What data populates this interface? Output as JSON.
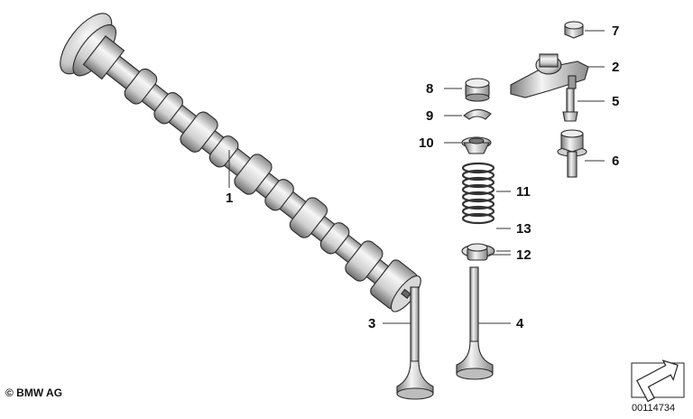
{
  "labels": {
    "l1": "1",
    "l2": "2",
    "l3": "3",
    "l4": "4",
    "l5": "5",
    "l6": "6",
    "l7": "7",
    "l8": "8",
    "l9": "9",
    "l10": "10",
    "l11": "11",
    "l12": "12",
    "l13": "13"
  },
  "footer": {
    "copyright": "© BMW AG",
    "doc_number": "00114734"
  },
  "colors": {
    "metal_light": "#f2f2f2",
    "metal_mid": "#bdbdbd",
    "metal_dark": "#7a7a7a",
    "outline": "#2a2a2a"
  },
  "icons": {
    "stamp": "arrow-box-icon"
  }
}
